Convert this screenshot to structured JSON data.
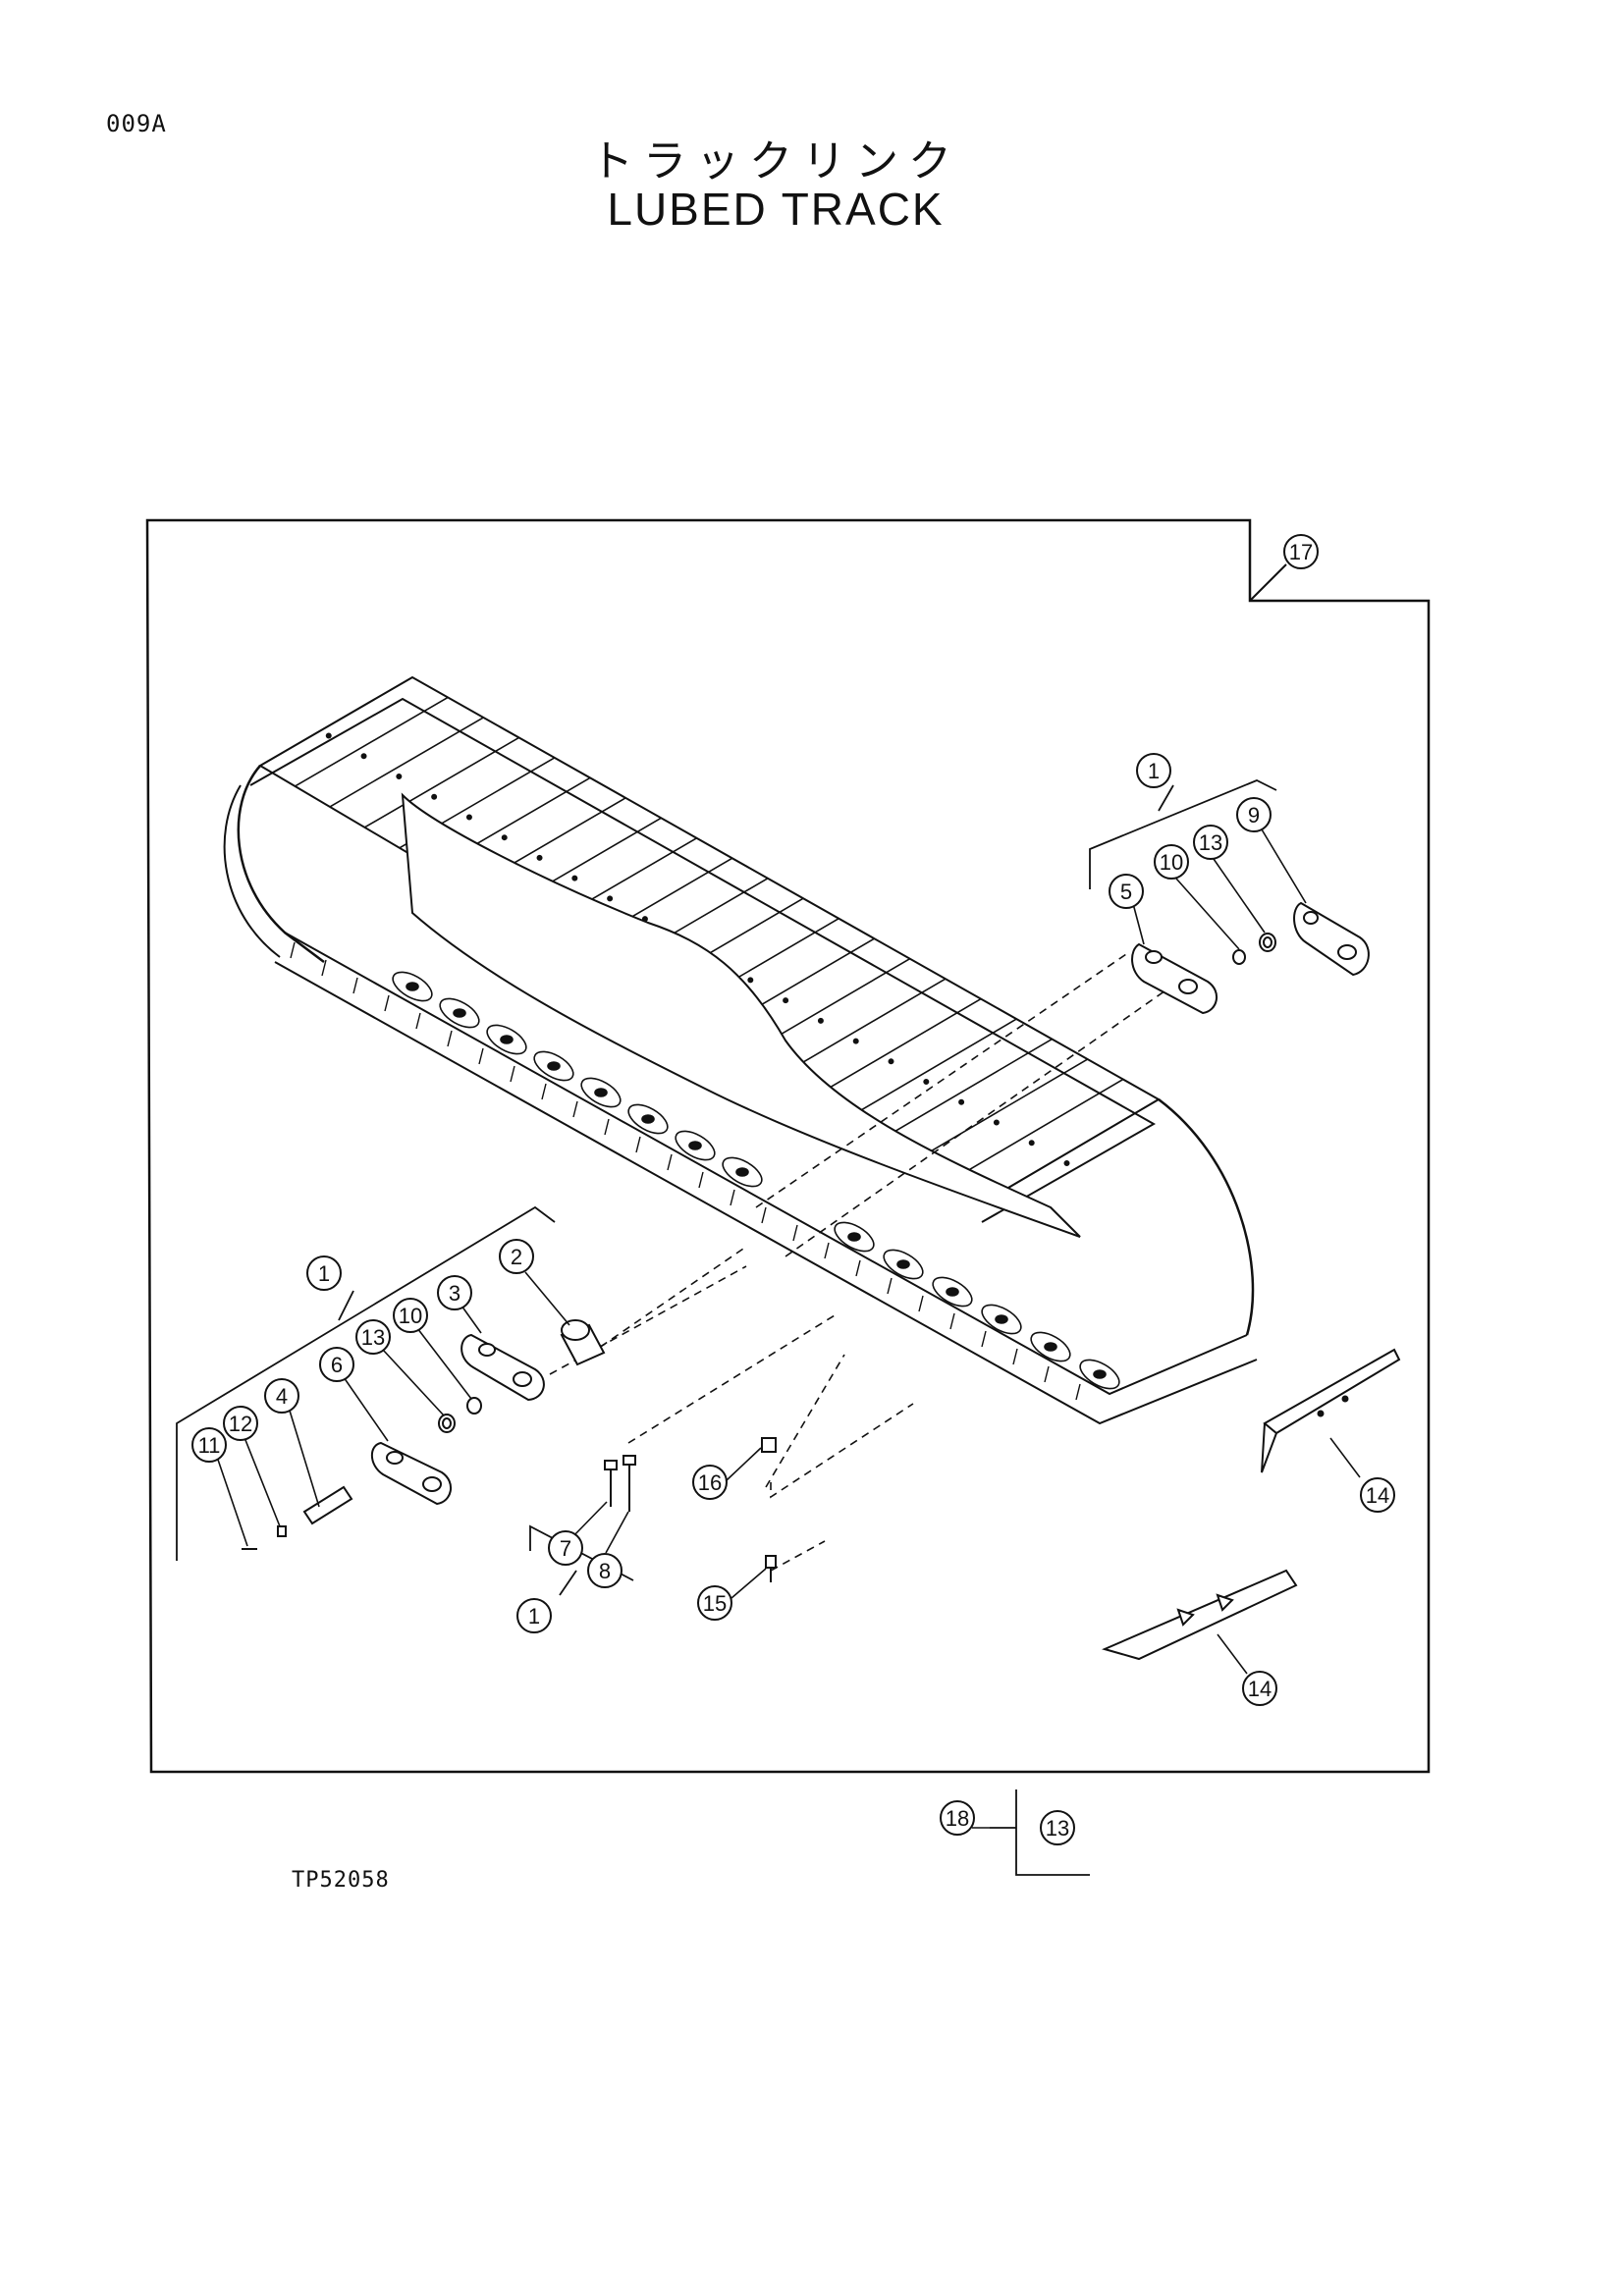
{
  "page_code": "009A",
  "title_jp": "トラックリンク",
  "title_en": "LUBED TRACK",
  "figure_code": "TP52058",
  "callouts": {
    "c17": "17",
    "c1_right": "1",
    "c5": "5",
    "c10_right": "10",
    "c13_right": "13",
    "c9": "9",
    "c1_left": "1",
    "c2": "2",
    "c3": "3",
    "c10_left": "10",
    "c13_left": "13",
    "c6": "6",
    "c4": "4",
    "c12": "12",
    "c11": "11",
    "c7": "7",
    "c8": "8",
    "c1_bottom": "1",
    "c16": "16",
    "c15": "15",
    "c14_upper": "14",
    "c14_lower": "14",
    "c18": "18",
    "c13_box": "13"
  }
}
